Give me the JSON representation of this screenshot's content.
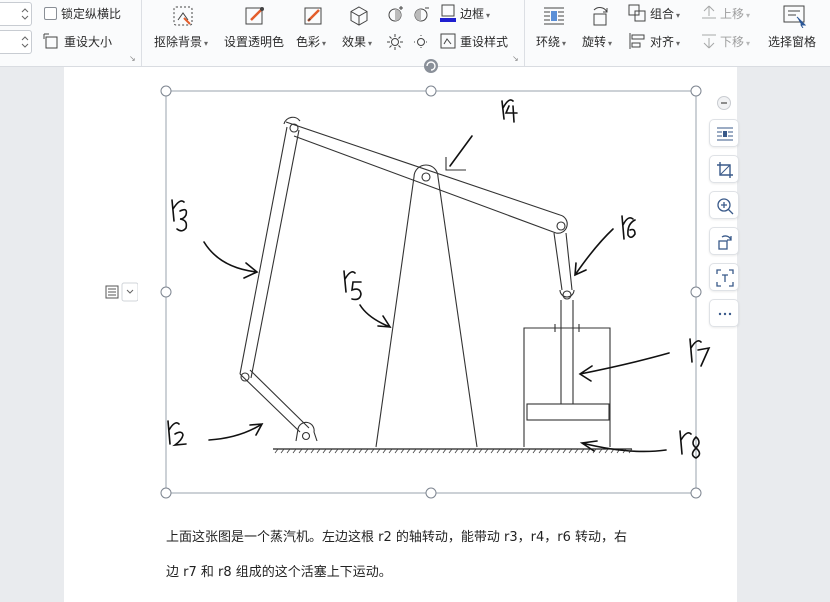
{
  "ribbon": {
    "lock_ratio_label": "锁定纵横比",
    "reset_size_label": "重设大小",
    "remove_bg_label": "抠除背景",
    "set_transparent_label": "设置透明色",
    "color_label": "色彩",
    "effects_label": "效果",
    "border_label": "边框",
    "reset_style_label": "重设样式",
    "wrap_label": "环绕",
    "rotate_label": "旋转",
    "group_label": "组合",
    "align_label": "对齐",
    "bring_forward_label": "上移",
    "send_backward_label": "下移",
    "selection_pane_label": "选择窗格"
  },
  "document": {
    "paragraph_line1": "上面这张图是一个蒸汽机。左边这根 r2 的轴转动，能带动 r3，r4，r6 转动，右",
    "paragraph_line2": "边 r7 和 r8 组成的这个活塞上下运动。"
  },
  "colors": {
    "accent": "#2b5797",
    "border_color_bar": "#1f1fd0"
  }
}
